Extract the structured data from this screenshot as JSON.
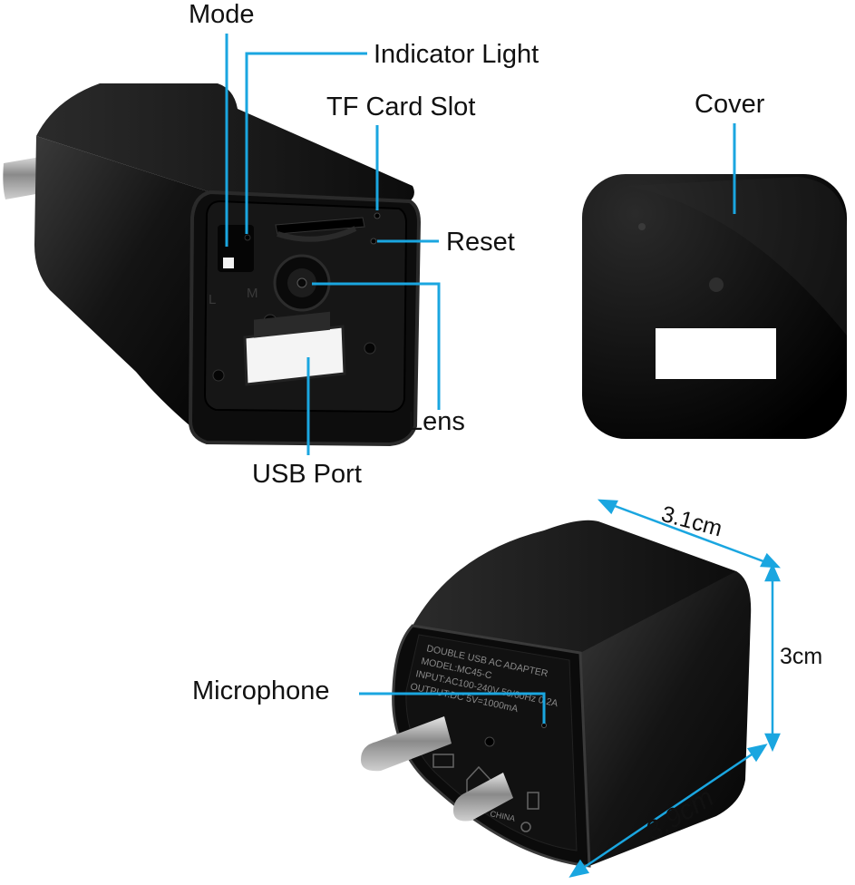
{
  "labels": {
    "mode": "Mode",
    "indicator": "Indicator Light",
    "tf_card": "TF Card Slot",
    "reset": "Reset",
    "lens": "Lens",
    "usb_port": "USB Port",
    "cover": "Cover",
    "microphone": "Microphone"
  },
  "switch_marks": {
    "left": "L",
    "right": "M"
  },
  "dimensions": {
    "width": "3.1cm",
    "height": "3cm",
    "depth": "3.9cm"
  },
  "rating_label": {
    "line1": "DOUBLE USB AC ADAPTER",
    "line2": "MODEL:MC45-C",
    "line3": "INPUT:AC100-240V 50/60Hz 0.2A",
    "line4": "OUTPUT:DC 5V=1000mA"
  },
  "origin_text": "CHINA",
  "colors": {
    "callout_line": "#1aa6e0",
    "device_body": "#111111",
    "label_text": "#111111"
  }
}
